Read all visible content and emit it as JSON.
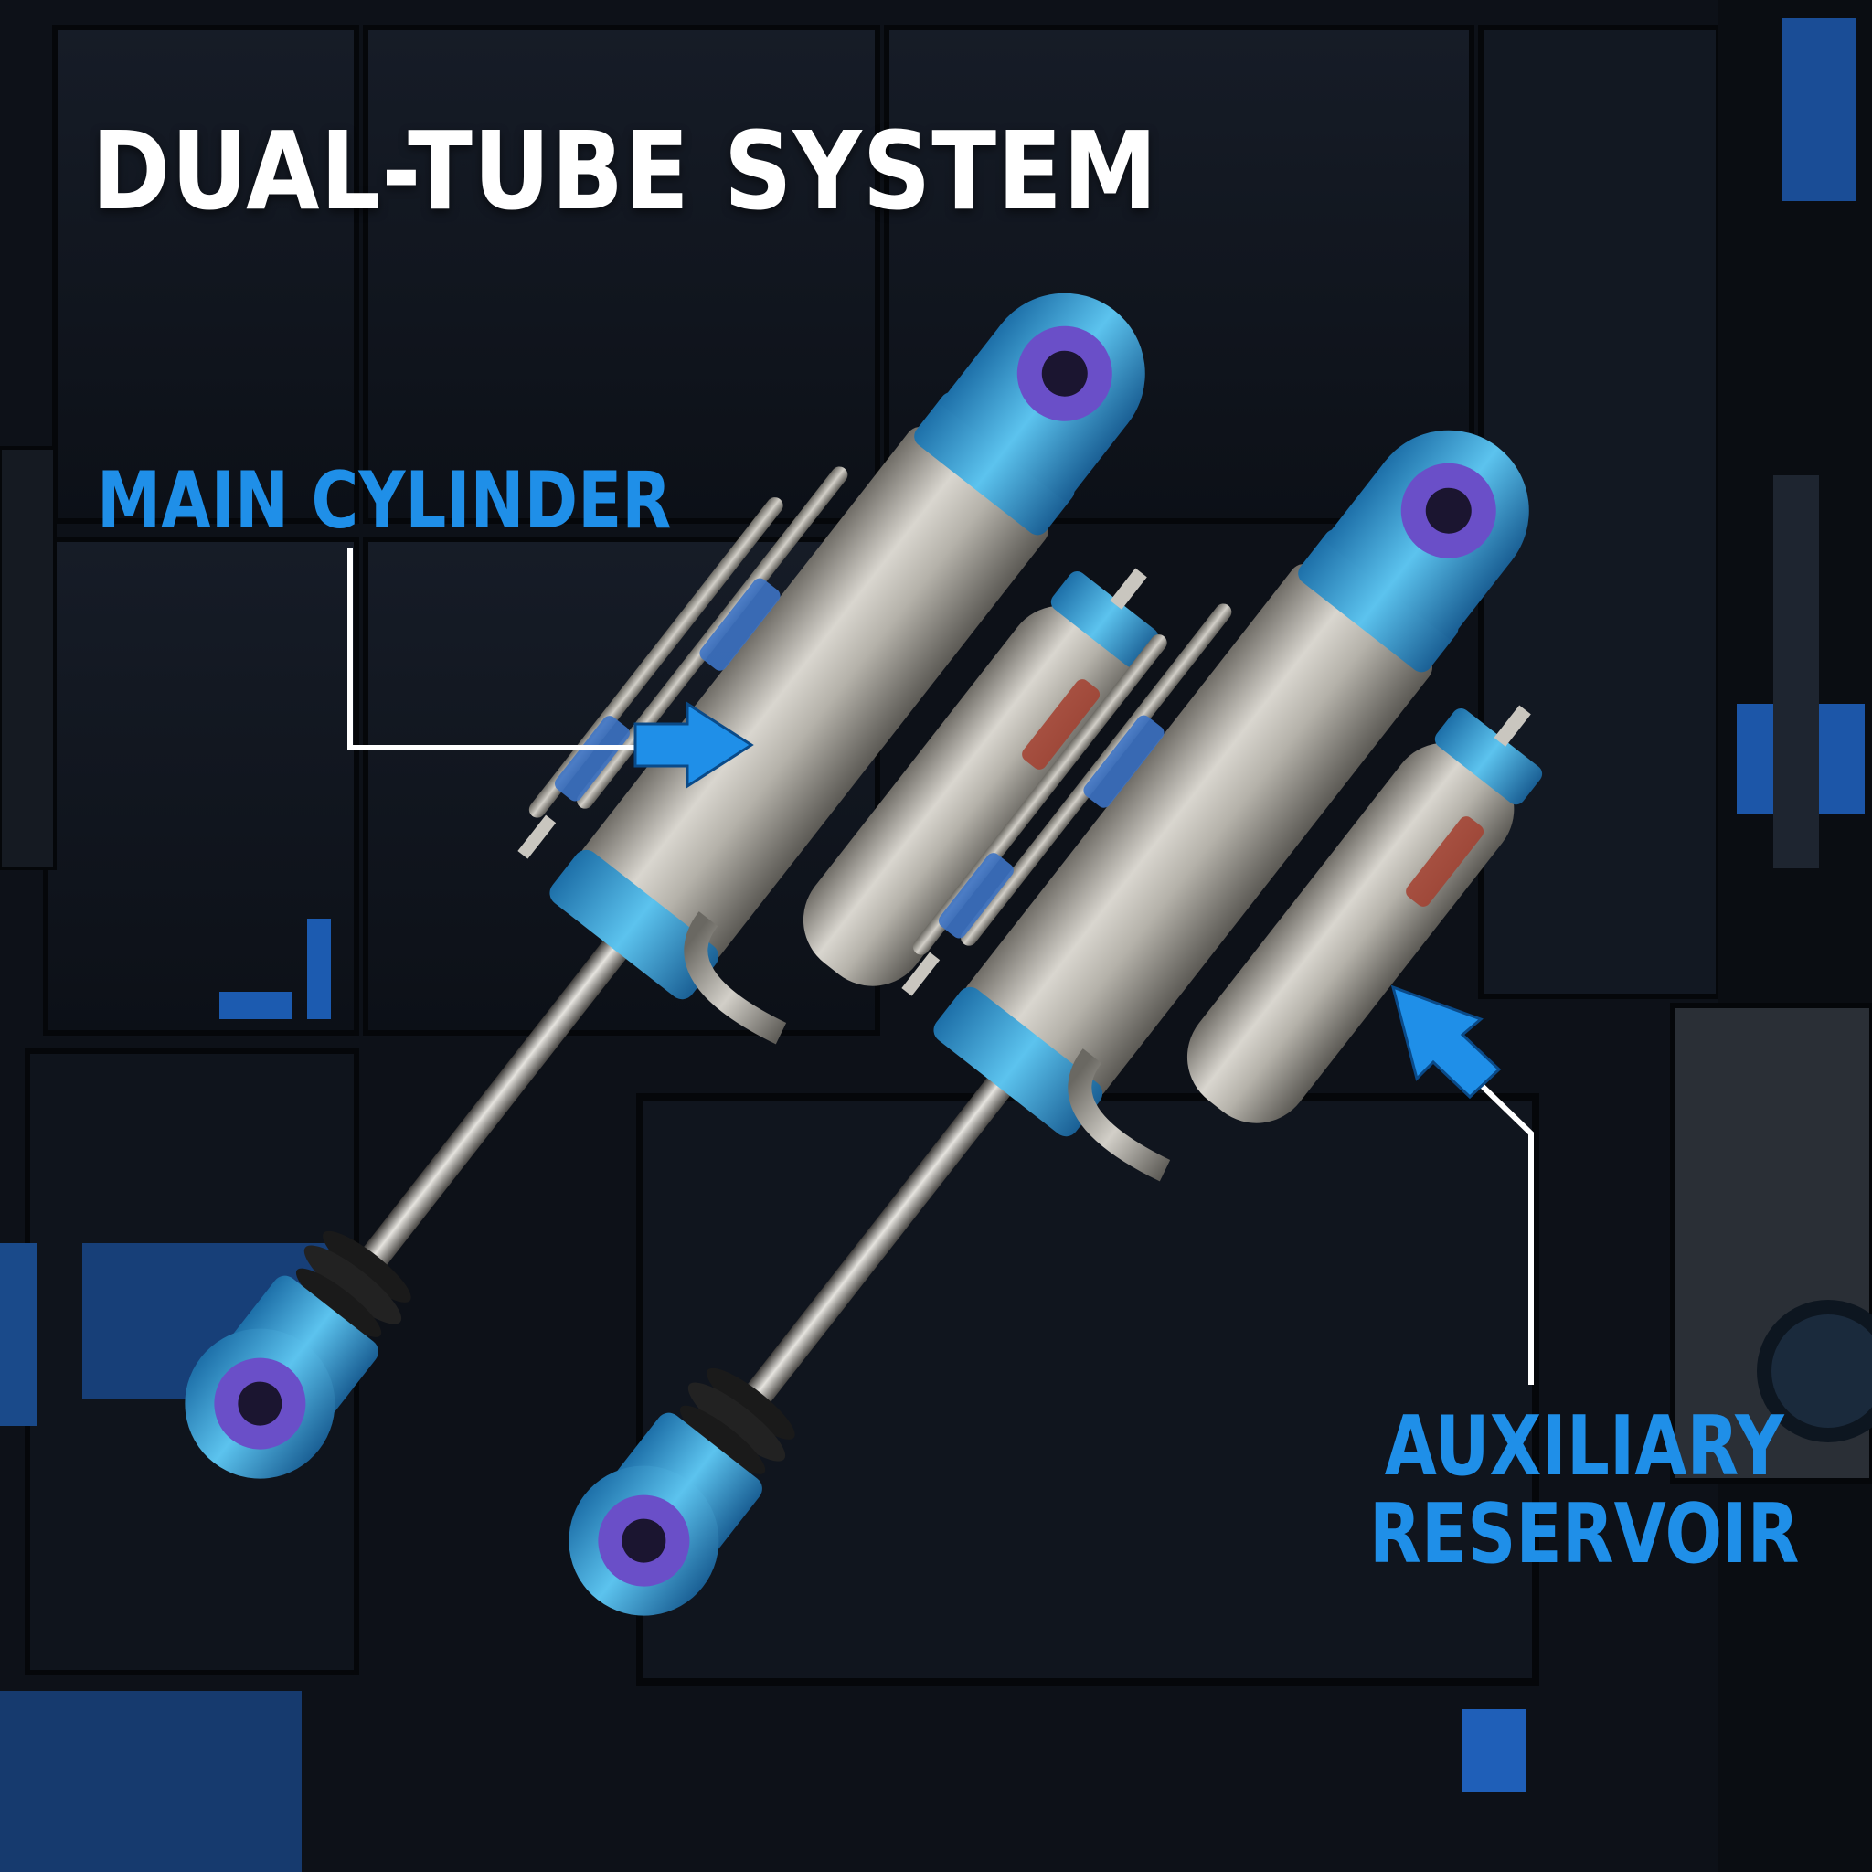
{
  "title": "DUAL-TUBE SYSTEM",
  "callouts": {
    "main": {
      "label": "MAIN CYLINDER",
      "arrow_icon": "arrow-right-icon"
    },
    "aux": {
      "line1": "AUXILIARY",
      "line2": "RESERVOIR",
      "arrow_icon": "arrow-up-left-icon"
    }
  },
  "colors": {
    "accent_blue": "#1f8fe8",
    "anodized_blue": "#3aa6dc",
    "bushing_purple": "#6a4fc8",
    "steel": "#b9b6ad",
    "background": "#0f131b"
  },
  "products": [
    {
      "name": "left-shock-absorber"
    },
    {
      "name": "right-shock-absorber"
    }
  ]
}
